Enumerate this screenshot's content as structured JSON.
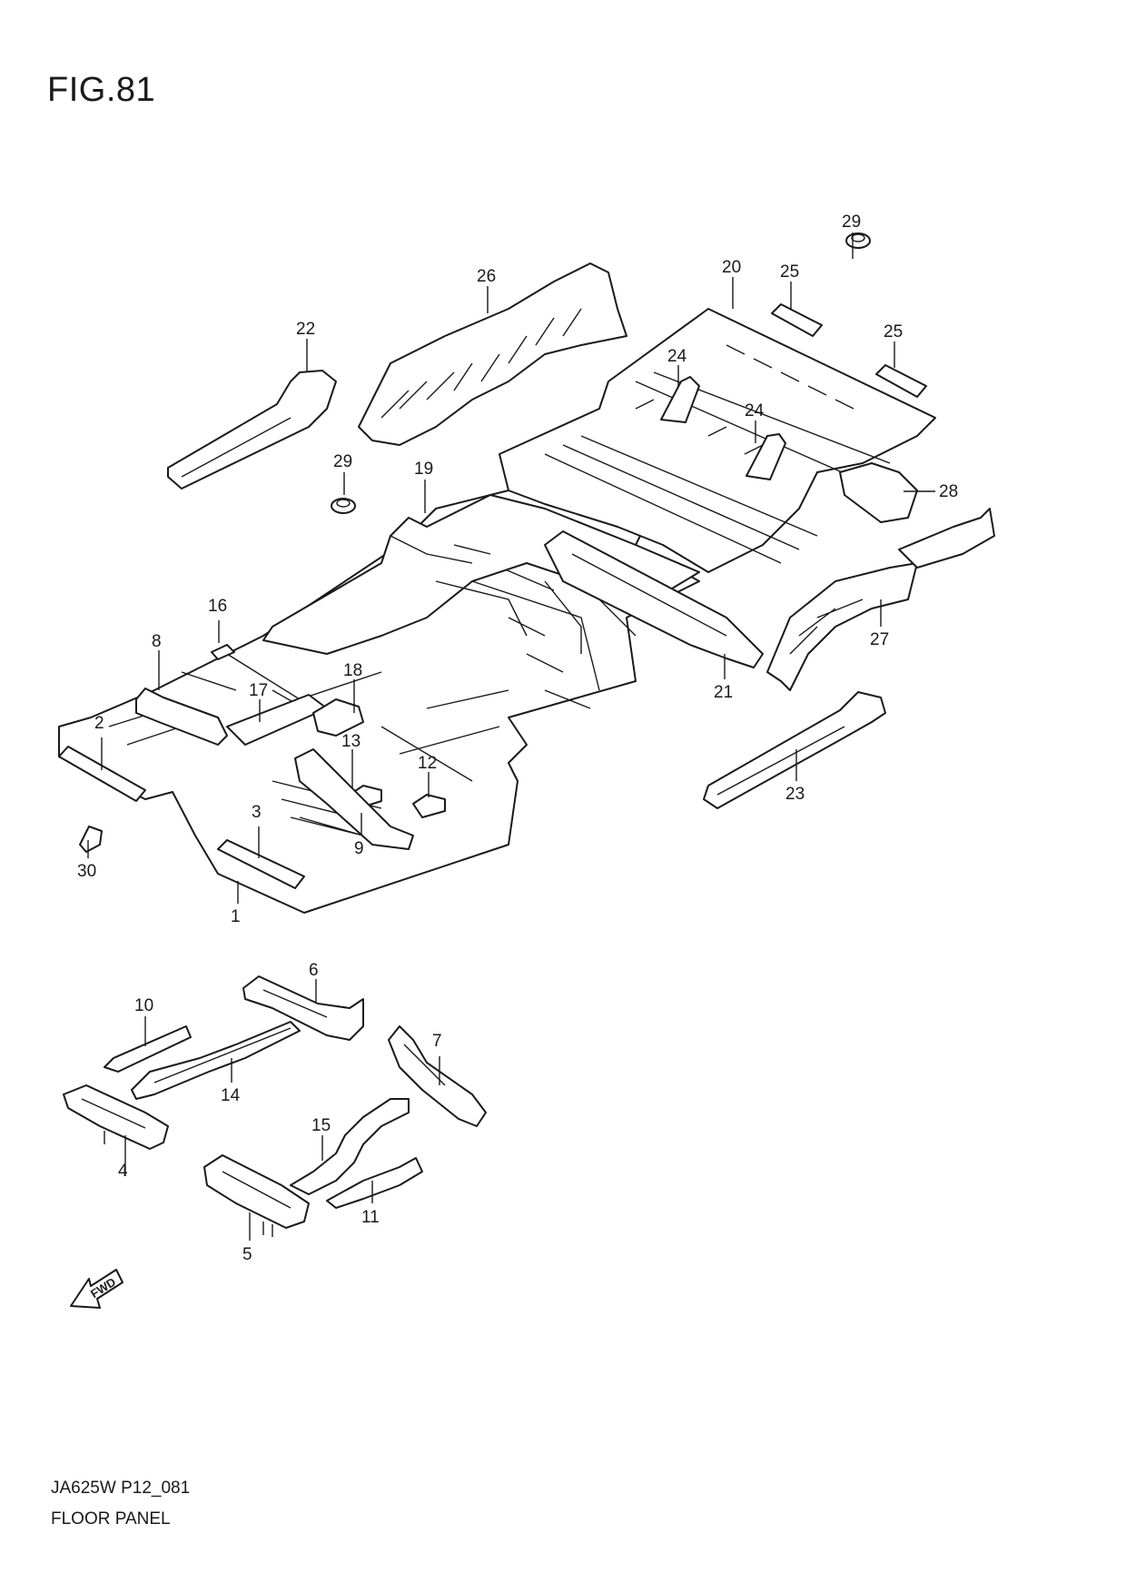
{
  "figure": {
    "title": "FIG.81"
  },
  "footer": {
    "model_code": "JA625W P12_081",
    "name": "FLOOR PANEL"
  },
  "fwd_label": "FWD",
  "callouts": [
    "1",
    "2",
    "3",
    "4",
    "5",
    "6",
    "7",
    "8",
    "9",
    "10",
    "11",
    "12",
    "13",
    "14",
    "15",
    "16",
    "17",
    "18",
    "19",
    "20",
    "21",
    "22",
    "23",
    "24",
    "24",
    "25",
    "25",
    "26",
    "27",
    "28",
    "29",
    "29",
    "30"
  ]
}
